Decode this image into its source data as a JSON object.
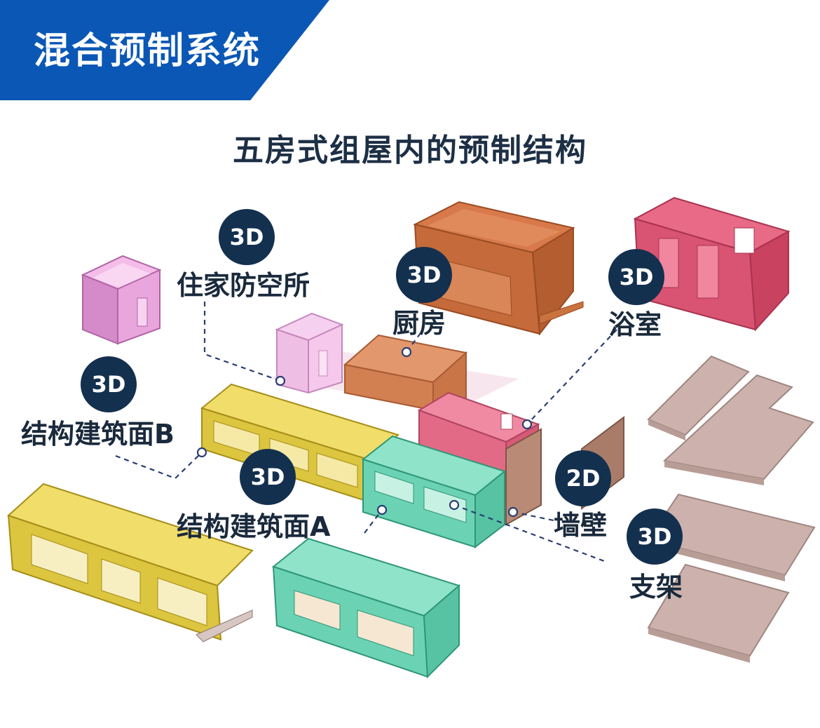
{
  "header": {
    "title": "混合预制系统",
    "band_color": "#0b57b5"
  },
  "subtitle": "五房式组屋内的预制结构",
  "components": [
    {
      "id": "shelter",
      "dimension": "3D",
      "label": "住家防空所",
      "color": "#e79ad8"
    },
    {
      "id": "kitchen",
      "dimension": "3D",
      "label": "厨房",
      "color": "#c86a3a"
    },
    {
      "id": "bathroom",
      "dimension": "3D",
      "label": "浴室",
      "color": "#dc4f6c"
    },
    {
      "id": "facade_b",
      "dimension": "3D",
      "label": "结构建筑面B",
      "color": "#e9d34d"
    },
    {
      "id": "facade_a",
      "dimension": "3D",
      "label": "结构建筑面A",
      "color": "#6bd3b3"
    },
    {
      "id": "wall",
      "dimension": "2D",
      "label": "墙壁",
      "color": "#b98b77"
    },
    {
      "id": "slab",
      "dimension": "3D",
      "label": "支架",
      "color": "#cdb1ac"
    }
  ]
}
